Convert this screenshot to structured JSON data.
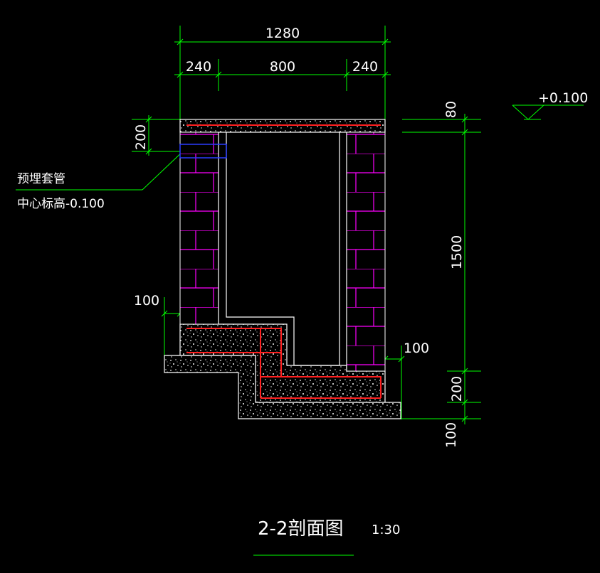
{
  "colors": {
    "background": "#000000",
    "dimension": "#00ff00",
    "outline": "#ffffff",
    "brick": "#ff00ff",
    "rebar": "#ff2020",
    "sleeve": "#2a3cff"
  },
  "dimensions": {
    "overall_width": "1280",
    "left_wall": "240",
    "inner_width": "800",
    "right_wall": "240",
    "slab_thickness": "80",
    "inner_height": "1500",
    "base_thickness": "200",
    "bedding_thickness": "100",
    "sleeve_offset": "200",
    "left_step": "100",
    "right_step": "100"
  },
  "elevation": {
    "value": "+0.100"
  },
  "annotation": {
    "line1": "预埋套管",
    "line2": "中心标高-0.100"
  },
  "title": {
    "main": "2-2剖面图",
    "scale": "1:30"
  }
}
